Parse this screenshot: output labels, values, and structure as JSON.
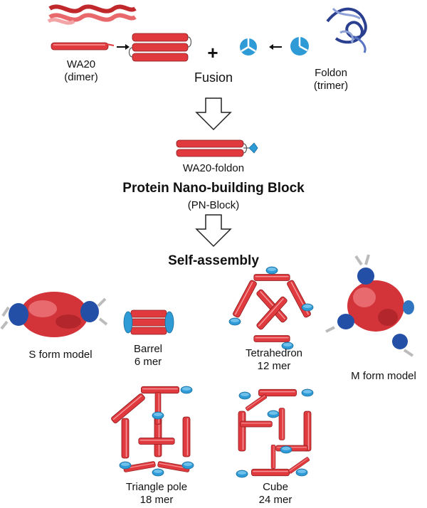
{
  "top": {
    "wa20_name": "WA20",
    "wa20_state": "(dimer)",
    "plus": "+",
    "fusion": "Fusion",
    "foldon_name": "Foldon",
    "foldon_state": "(trimer)"
  },
  "block": {
    "name": "WA20-foldon",
    "title": "Protein Nano-building Block",
    "abbr": "(PN-Block)"
  },
  "assembly": {
    "title": "Self-assembly",
    "s_form": "S form model",
    "m_form": "M form model",
    "barrel_name": "Barrel",
    "barrel_mer": "6 mer",
    "tetra_name": "Tetrahedron",
    "tetra_mer": "12 mer",
    "tri_name": "Triangle pole",
    "tri_mer": "18 mer",
    "cube_name": "Cube",
    "cube_mer": "24 mer"
  },
  "colors": {
    "helix": "#e03a3e",
    "foldon": "#2f9bd6",
    "dark_blue": "#1f4fa0"
  }
}
